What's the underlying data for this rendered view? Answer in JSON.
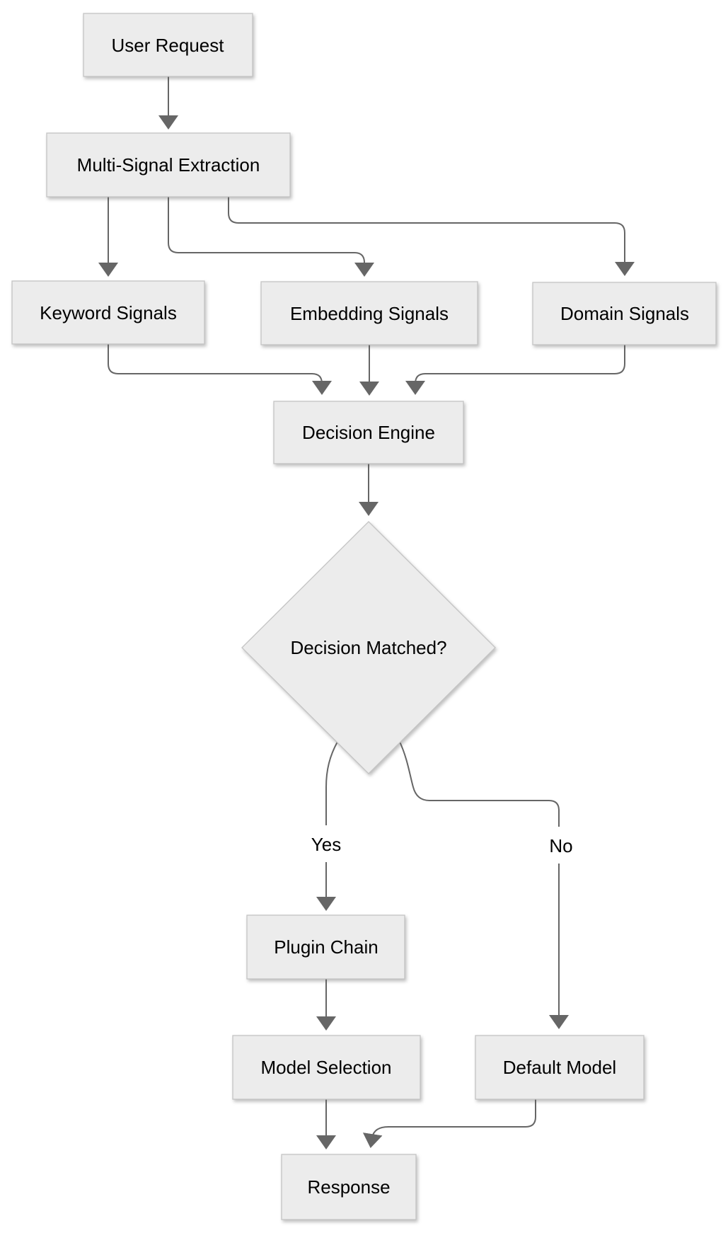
{
  "diagram": {
    "type": "flowchart",
    "direction": "top-down",
    "background_color": "#ffffff",
    "colors": {
      "node_fill": "#ececec",
      "node_border": "#c4c4c4",
      "edge": "#666666",
      "arrowhead": "#666666",
      "text": "#000000"
    },
    "nodes": [
      {
        "id": "user_request",
        "label": "User Request",
        "shape": "rect"
      },
      {
        "id": "multi_signal_extraction",
        "label": "Multi-Signal Extraction",
        "shape": "rect"
      },
      {
        "id": "keyword_signals",
        "label": "Keyword Signals",
        "shape": "rect"
      },
      {
        "id": "embedding_signals",
        "label": "Embedding Signals",
        "shape": "rect"
      },
      {
        "id": "domain_signals",
        "label": "Domain Signals",
        "shape": "rect"
      },
      {
        "id": "decision_engine",
        "label": "Decision Engine",
        "shape": "rect"
      },
      {
        "id": "decision_matched",
        "label": "Decision Matched?",
        "shape": "diamond"
      },
      {
        "id": "plugin_chain",
        "label": "Plugin Chain",
        "shape": "rect"
      },
      {
        "id": "model_selection",
        "label": "Model Selection",
        "shape": "rect"
      },
      {
        "id": "default_model",
        "label": "Default Model",
        "shape": "rect"
      },
      {
        "id": "response",
        "label": "Response",
        "shape": "rect"
      }
    ],
    "edges": [
      {
        "from": "user_request",
        "to": "multi_signal_extraction",
        "label": ""
      },
      {
        "from": "multi_signal_extraction",
        "to": "keyword_signals",
        "label": ""
      },
      {
        "from": "multi_signal_extraction",
        "to": "embedding_signals",
        "label": ""
      },
      {
        "from": "multi_signal_extraction",
        "to": "domain_signals",
        "label": ""
      },
      {
        "from": "keyword_signals",
        "to": "decision_engine",
        "label": ""
      },
      {
        "from": "embedding_signals",
        "to": "decision_engine",
        "label": ""
      },
      {
        "from": "domain_signals",
        "to": "decision_engine",
        "label": ""
      },
      {
        "from": "decision_engine",
        "to": "decision_matched",
        "label": ""
      },
      {
        "from": "decision_matched",
        "to": "plugin_chain",
        "label": "Yes"
      },
      {
        "from": "decision_matched",
        "to": "default_model",
        "label": "No"
      },
      {
        "from": "plugin_chain",
        "to": "model_selection",
        "label": ""
      },
      {
        "from": "model_selection",
        "to": "response",
        "label": ""
      },
      {
        "from": "default_model",
        "to": "response",
        "label": ""
      }
    ]
  }
}
